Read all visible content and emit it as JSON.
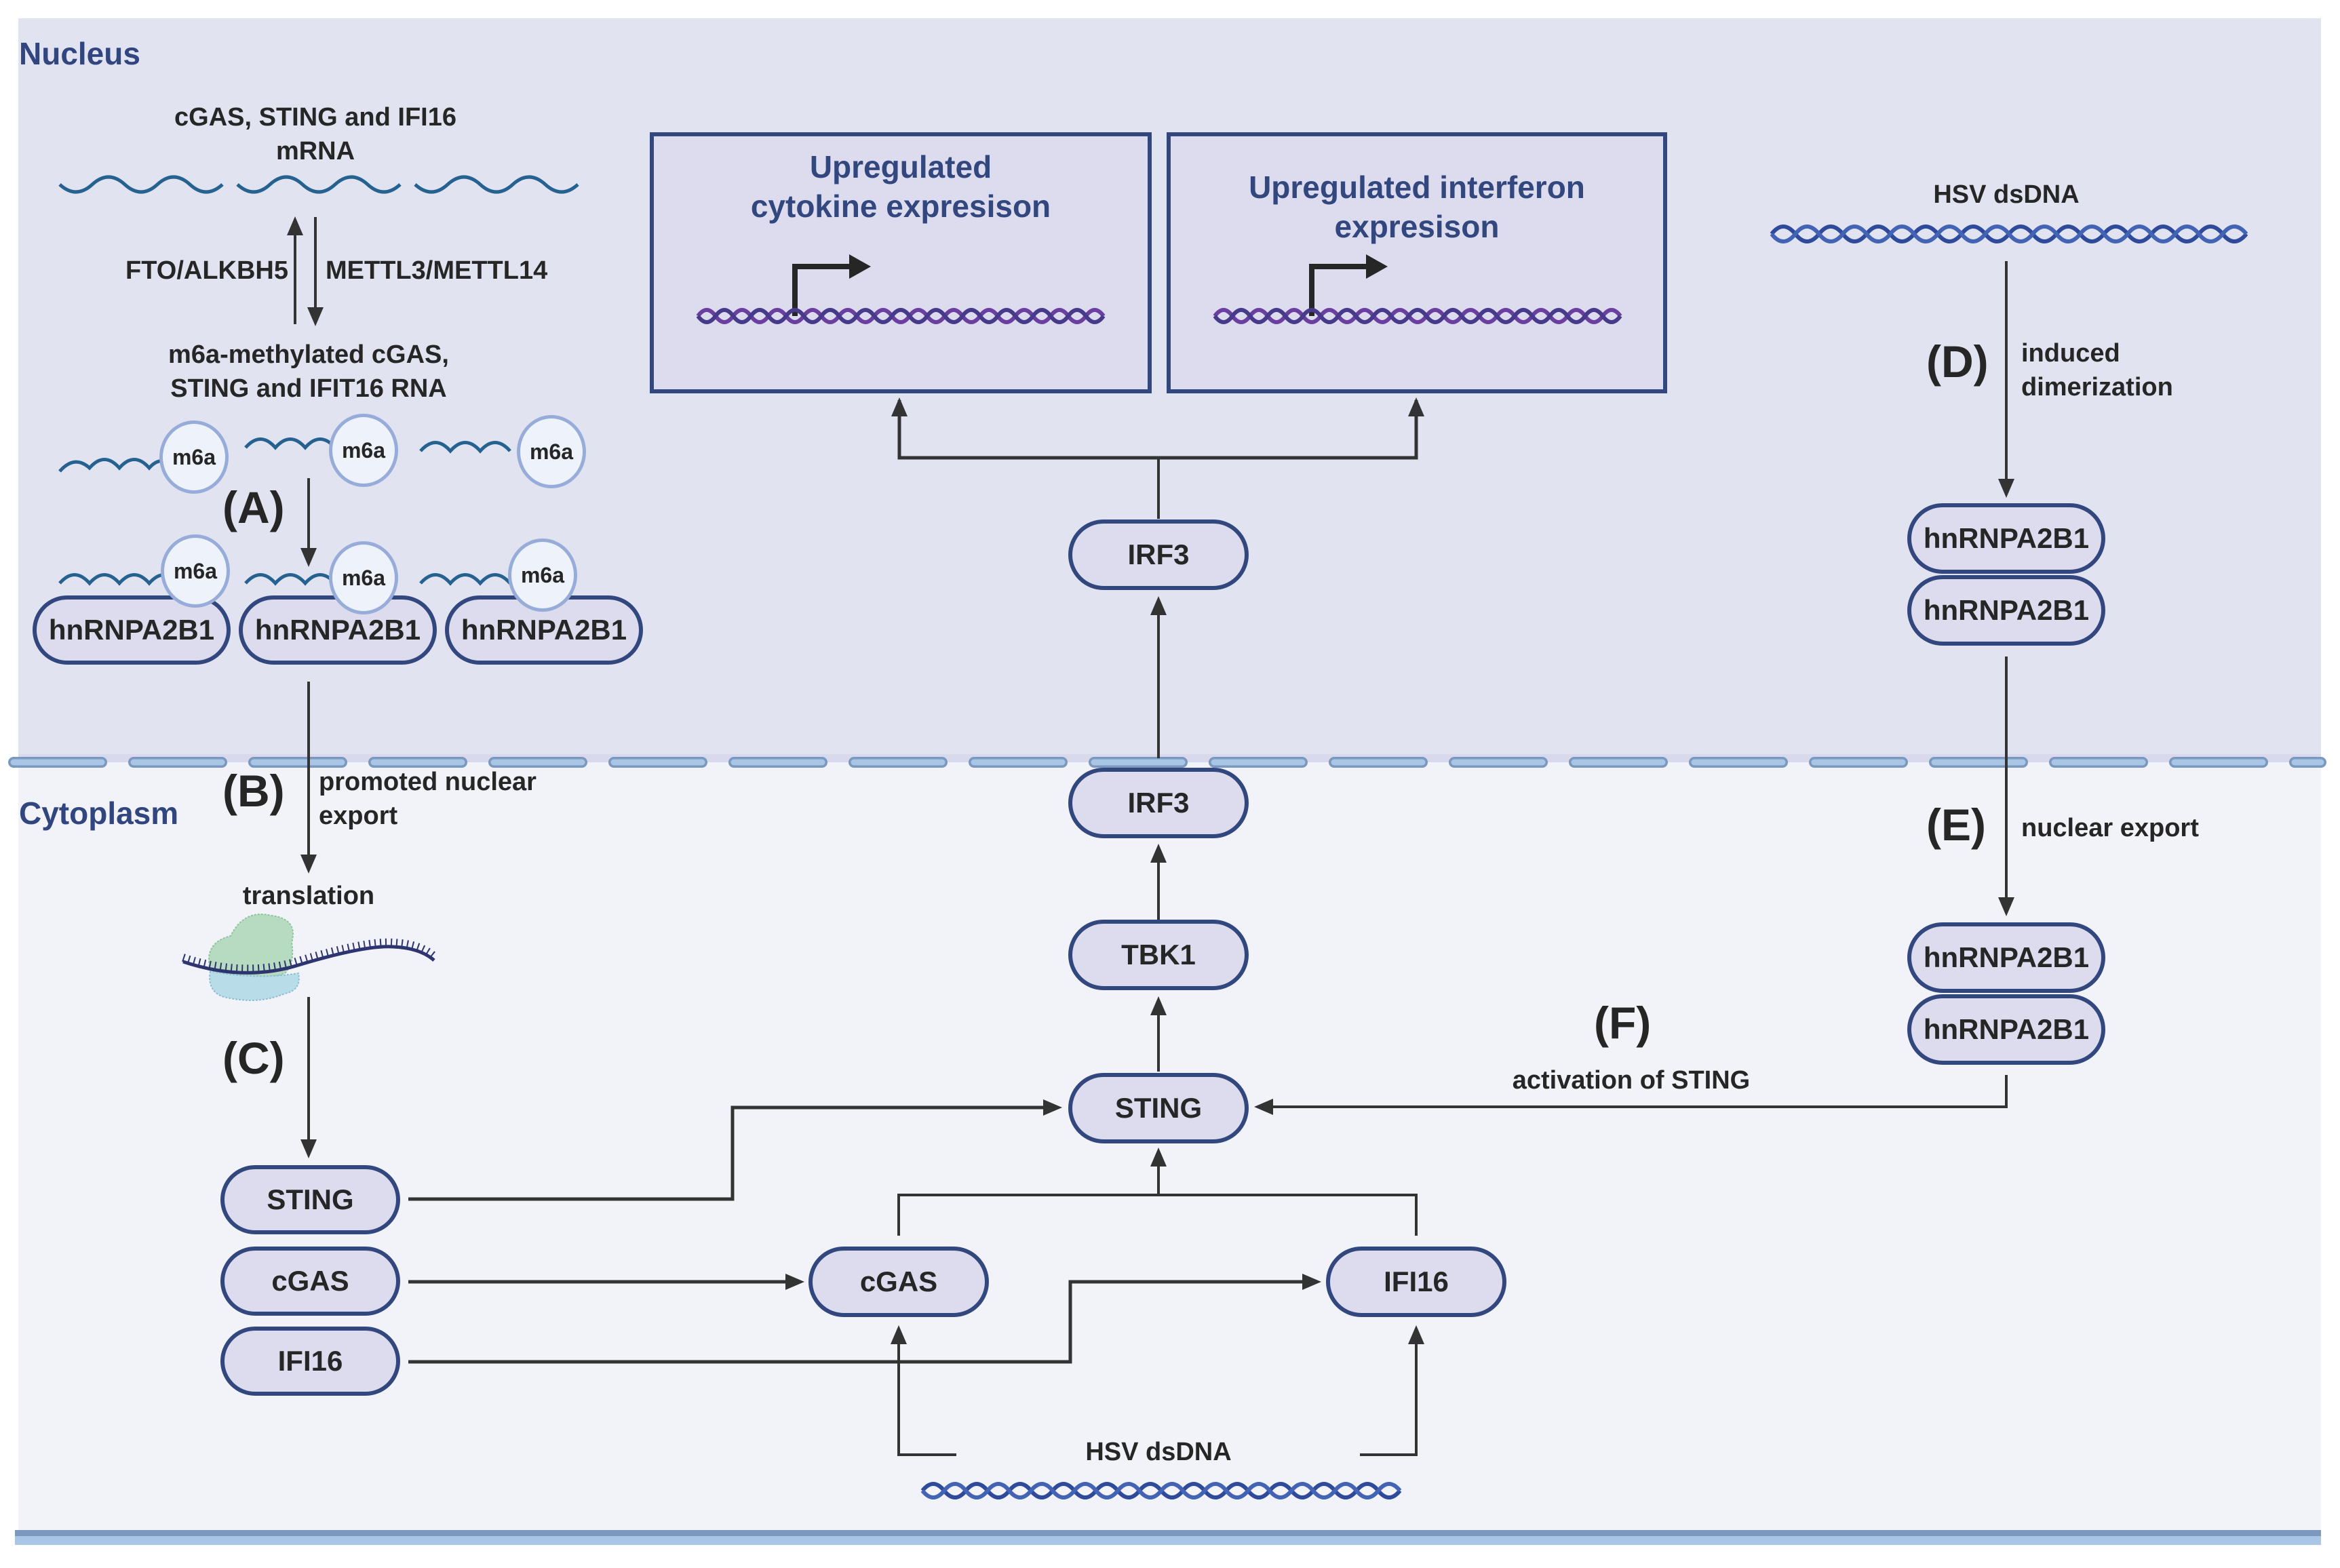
{
  "compartments": {
    "nucleus_label": "Nucleus",
    "cytoplasm_label": "Cytoplasm"
  },
  "colors": {
    "nucleus_bg": "#e1e3f1",
    "cytoplasm_bg": "#f2f3f8",
    "node_border": "#33477f",
    "node_fill": "#dcdcee",
    "heading_blue": "#31457f",
    "rna_wave": "#25628f",
    "dna_helix": "#2e4a9a",
    "gene_helix": "#6a3fa0",
    "membrane": "#a9c6e7",
    "arrow": "#333333"
  },
  "left_pathway": {
    "mrna_title_line1": "cGAS, STING and IFI16",
    "mrna_title_line2": "mRNA",
    "demethylase_label": "FTO/ALKBH5",
    "methylase_label": "METTL3/METTL14",
    "methylated_title_line1": "m6a-methylated cGAS,",
    "methylated_title_line2": "STING and IFIT16 RNA",
    "m6a_label": "m6a",
    "step_a": "(A)",
    "reader_label": "hnRNPA2B1",
    "step_b": "(B)",
    "step_b_text_line1": "promoted nuclear",
    "step_b_text_line2": "export",
    "translation_label": "translation",
    "step_c": "(C)",
    "translated_proteins": [
      "STING",
      "cGAS",
      "IFI16"
    ]
  },
  "center_pathway": {
    "cytokine_box_line1": "Upregulated",
    "cytokine_box_line2": "cytokine expresison",
    "interferon_box_line1": "Upregulated interferon",
    "interferon_box_line2": "expresison",
    "irf3_nuclear": "IRF3",
    "irf3_cytoplasmic": "IRF3",
    "tbk1": "TBK1",
    "sting": "STING",
    "cgas": "cGAS",
    "ifi16": "IFI16",
    "hsv_dsdna_label": "HSV dsDNA"
  },
  "right_pathway": {
    "hsv_dsdna_label": "HSV dsDNA",
    "step_d": "(D)",
    "step_d_text_line1": "induced",
    "step_d_text_line2": "dimerization",
    "dimer_label": "hnRNPA2B1",
    "step_e": "(E)",
    "step_e_text": "nuclear export",
    "step_f": "(F)",
    "step_f_text": "activation of STING"
  }
}
